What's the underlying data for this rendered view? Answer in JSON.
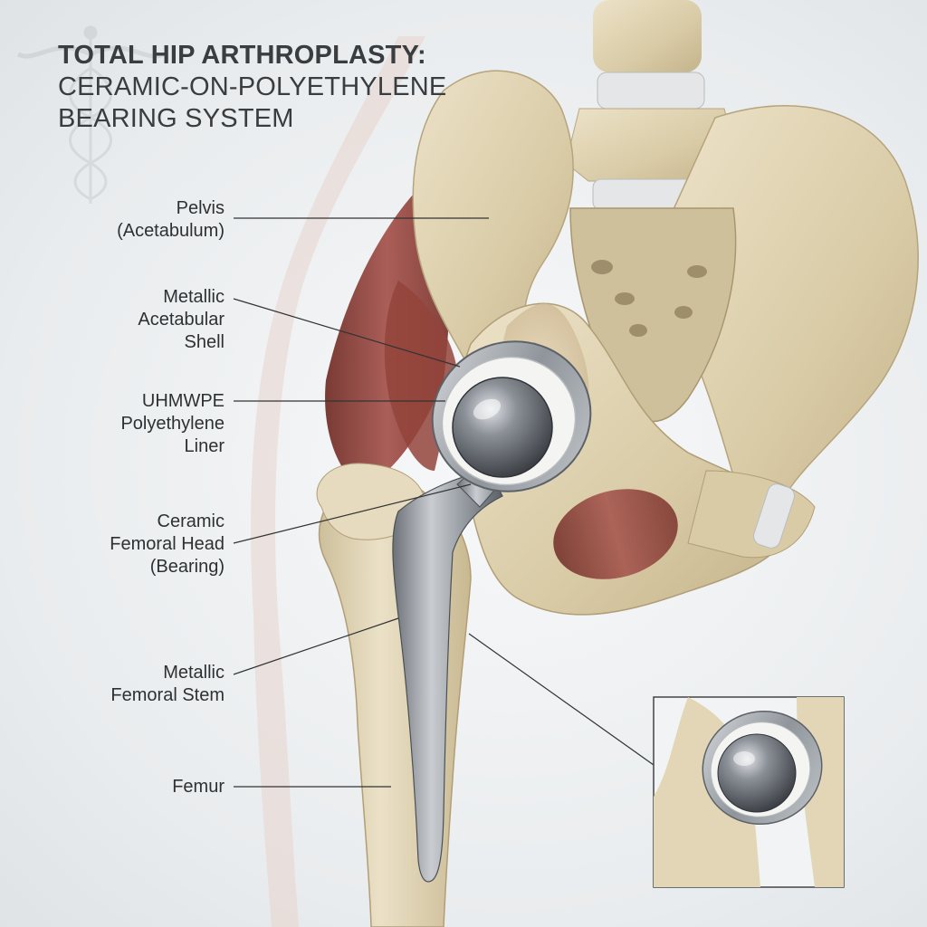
{
  "title": {
    "line1": "TOTAL HIP ARTHROPLASTY:",
    "line2": "CERAMIC-ON-POLYETHYLENE",
    "line3": "BEARING SYSTEM"
  },
  "labels": {
    "pelvis": [
      "Pelvis",
      "(Acetabulum)"
    ],
    "shell": [
      "Metallic",
      "Acetabular",
      "Shell"
    ],
    "liner": [
      "UHMWPE",
      "Polyethylene",
      "Liner"
    ],
    "head": [
      "Ceramic",
      "Femoral Head",
      "(Bearing)"
    ],
    "stem": [
      "Metallic",
      "Femoral Stem"
    ],
    "femur": [
      "Femur"
    ]
  },
  "icons": {
    "logo": "caduceus-watermark-icon"
  },
  "colors": {
    "bone": "#dccfae",
    "muscle": "#8e3f36",
    "metal": "#9aa0a6",
    "ceramic": "#5f646b",
    "liner": "#f3f3f1",
    "leader": "#333333"
  }
}
